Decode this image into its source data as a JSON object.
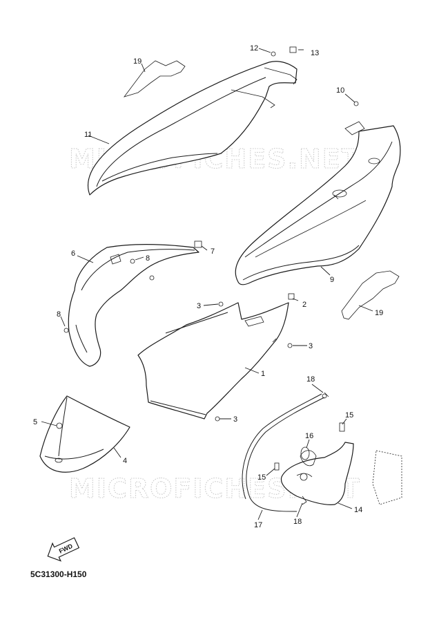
{
  "watermark": "MICROFICHES.NET",
  "diagram_code": "5C31300-H150",
  "fwd_label": "FWD",
  "callouts": {
    "c1": "1",
    "c2": "2",
    "c3a": "3",
    "c3b": "3",
    "c3c": "3",
    "c4": "4",
    "c5": "5",
    "c6": "6",
    "c7": "7",
    "c8a": "8",
    "c8b": "8",
    "c9": "9",
    "c10": "10",
    "c11": "11",
    "c12": "12",
    "c13": "13",
    "c14": "14",
    "c15a": "15",
    "c15b": "15",
    "c16": "16",
    "c17": "17",
    "c18a": "18",
    "c18b": "18",
    "c19a": "19",
    "c19b": "19"
  }
}
